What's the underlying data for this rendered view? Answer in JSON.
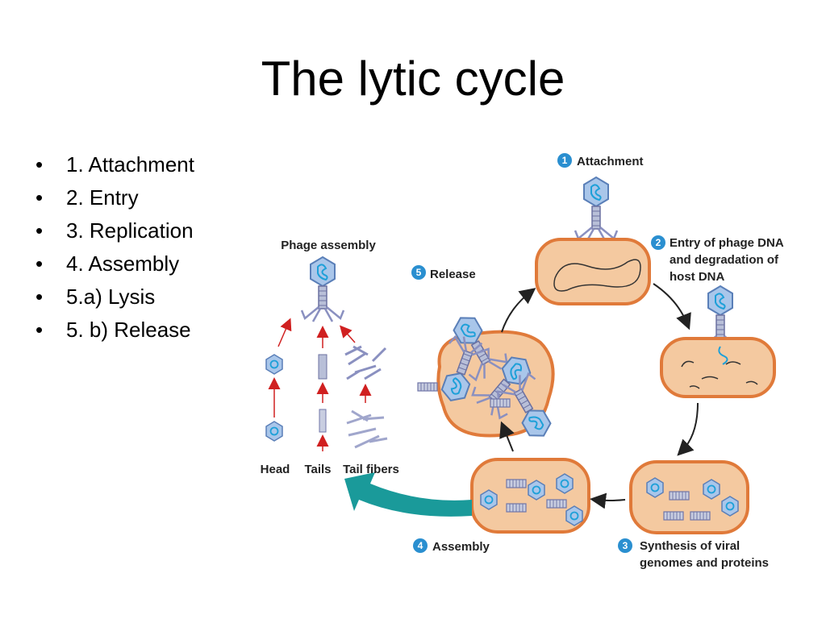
{
  "slide": {
    "title": "The lytic cycle",
    "bullets": [
      "1. Attachment",
      "2. Entry",
      "3. Replication",
      "4. Assembly",
      "5.a) Lysis",
      "5. b) Release"
    ]
  },
  "diagram": {
    "steps": [
      {
        "num": "1",
        "lines": [
          "Attachment"
        ]
      },
      {
        "num": "2",
        "lines": [
          "Entry of phage DNA",
          "and degradation of",
          "host DNA"
        ]
      },
      {
        "num": "3",
        "lines": [
          "Synthesis of viral",
          "genomes and proteins"
        ]
      },
      {
        "num": "4",
        "lines": [
          "Assembly"
        ]
      },
      {
        "num": "5",
        "lines": [
          "Release"
        ]
      }
    ],
    "phage_assembly": {
      "title": "Phage assembly",
      "head_label": "Head",
      "tails_label": "Tails",
      "fibers_label": "Tail fibers"
    },
    "colors": {
      "cell_fill": "#f4c9a0",
      "cell_border": "#e07a3a",
      "step_badge": "#2a8fd0",
      "dna": "#1ea0d8",
      "arrow_red": "#d02020",
      "teal_arrow": "#1a9a9a",
      "capsid": "#a9c6ea"
    },
    "icons": [
      "phage-icon",
      "bacterial-cell-icon",
      "cycle-arrow-icon"
    ]
  }
}
